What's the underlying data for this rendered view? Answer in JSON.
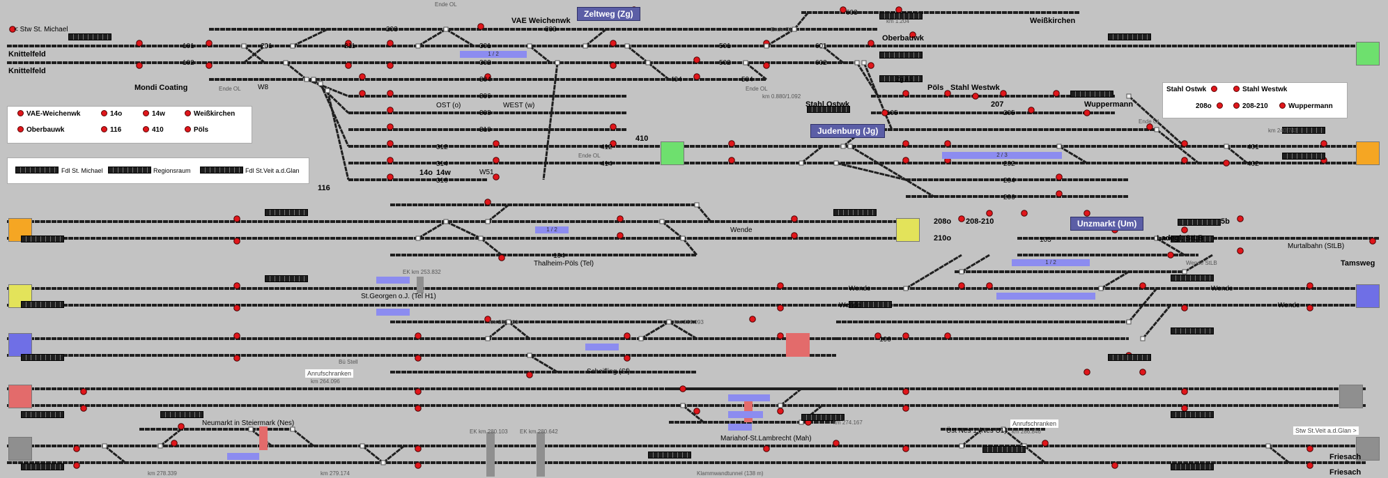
{
  "window": {
    "title": "Stellwerk Fernsteuerung Murtal"
  },
  "colors": {
    "background": "#c3c3c3",
    "track": "#1f1f1f",
    "signal": "#e0161b",
    "banner": "#5b5ea6",
    "platform": "#8c8cf0",
    "green": "#6ee06e",
    "orange": "#f5a623",
    "yellow": "#e3e35a",
    "blue": "#6f6fe6",
    "red": "#e36b6b"
  },
  "nav": {
    "stw_st_michael": "< Stw St. Michael",
    "stw_st_veit": "Stw St.Veit a.d.Glan >"
  },
  "legend_left": {
    "items": [
      "VAE-Weichenwk",
      "14o",
      "14w",
      "Weißkirchen",
      "Oberbauwk",
      "116",
      "410",
      "Pöls"
    ]
  },
  "legend_right": {
    "items": [
      "Stahl Ostwk",
      "Stahl Westwk",
      "208o",
      "208-210",
      "Wuppermann"
    ]
  },
  "fdl_buttons": [
    "Fdl St. Michael",
    "Regionsraum",
    "Fdl St.Veit a.d.Glan"
  ],
  "banners": {
    "zeltweg": "Zeltweg (Zg)",
    "judenburg": "Judenburg (Jg)",
    "unzmarkt": "Unzmarkt (Um)"
  },
  "stations": {
    "knittelfeld_1": "Knittelfeld",
    "knittelfeld_2": "Knittelfeld",
    "mondi": "Mondi Coating",
    "vae": "VAE Weichenwk",
    "weisskirchen": "Weißkirchen",
    "oberbauwk": "Oberbauwk",
    "poels": "Pöls",
    "stahl_westwk": "Stahl Westwk",
    "stahl_ostwk": "Stahl Ostwk",
    "wuppermann": "Wuppermann",
    "n207": "207",
    "n208o": "208o",
    "n208_210": "208-210",
    "n210o": "210o",
    "n410": "410",
    "n116": "116",
    "n14o": "14o",
    "n14w": "14w",
    "w51": "W51",
    "w8": "W8",
    "ladegl": "Ladegl. StLB",
    "n5b": "5b",
    "tamsweg": "Tamsweg",
    "murtalbahn": "Murtalbahn (StLB)",
    "wende_stlb": "Wende StLB",
    "thalheim": "Thalheim-Pöls (Tel)",
    "st_georgen": "St.Georgen o.J. (Tel H1)",
    "scheifling": "Scheifling (Sf)",
    "mariahof": "Mariahof-St.Lambrecht (Mah)",
    "neumarkt": "Neumarkt in Steiermark (Nes)",
    "uest_nes": "Üst Nes 1 (Nes U1)",
    "friesach_1": "Friesach",
    "friesach_2": "Friesach",
    "wende_1": "Wende",
    "wende_2": "Wende",
    "wende_3": "Wende",
    "wende_4": "Wende",
    "wende_5": "Wende",
    "ost": "OST (o)",
    "west": "WEST (w)"
  },
  "small_labels": {
    "ende_ol_1": "Ende OL",
    "ende_ol_2": "Ende OL",
    "ende_ol_3": "Ende OL",
    "ende_ol_4": "Ende OL",
    "ende_ol_5": "Ende OL",
    "ende_ol_6": "Ende OL",
    "km_1204": "km 1.204",
    "km_0880": "km 0.880/1.092",
    "km_240743": "km 240.743",
    "ek_253832": "EK km 253.832",
    "km_285131": "km 285.131",
    "km_266093": "km 266.093",
    "km_264096": "km 264.096",
    "km_274167": "km 274.167",
    "km_278339": "km 278.339",
    "km_279174": "km 279.174",
    "ek_280103": "EK km 280.103",
    "ek_280642": "EK km 280.642",
    "km_286846": "km 286.846",
    "anrufschranken_1": "Anrufschranken",
    "anrufschranken_2": "Anrufschranken",
    "klammwand": "Klammwandtunnel (138 m)",
    "zg_a5": "Zg A5",
    "bu_stell": "Bü Stell"
  },
  "track_numbers": {
    "t101": "101",
    "t102": "102",
    "t201": "201",
    "t211": "211",
    "t203": "203",
    "t301": "301",
    "t302": "302",
    "t303": "303",
    "t304": "304",
    "t305": "305",
    "t306": "306",
    "t308": "308",
    "t310": "310",
    "t312": "312",
    "t314": "314",
    "t316": "316",
    "t501": "501",
    "t502": "502",
    "t504": "504",
    "t601": "601",
    "t602": "602",
    "t603": "603",
    "t404": "404",
    "t412": "412",
    "t414": "414",
    "t105": "105",
    "t205": "205",
    "t204": "204",
    "t206": "206",
    "t401": "401",
    "t402": "402",
    "t103": "103",
    "t104": "104",
    "t106": "106",
    "t202": "202",
    "p12a": "1 / 2",
    "p12b": "1 / 2",
    "p23": "2 / 3",
    "p12c": "1 / 2"
  }
}
